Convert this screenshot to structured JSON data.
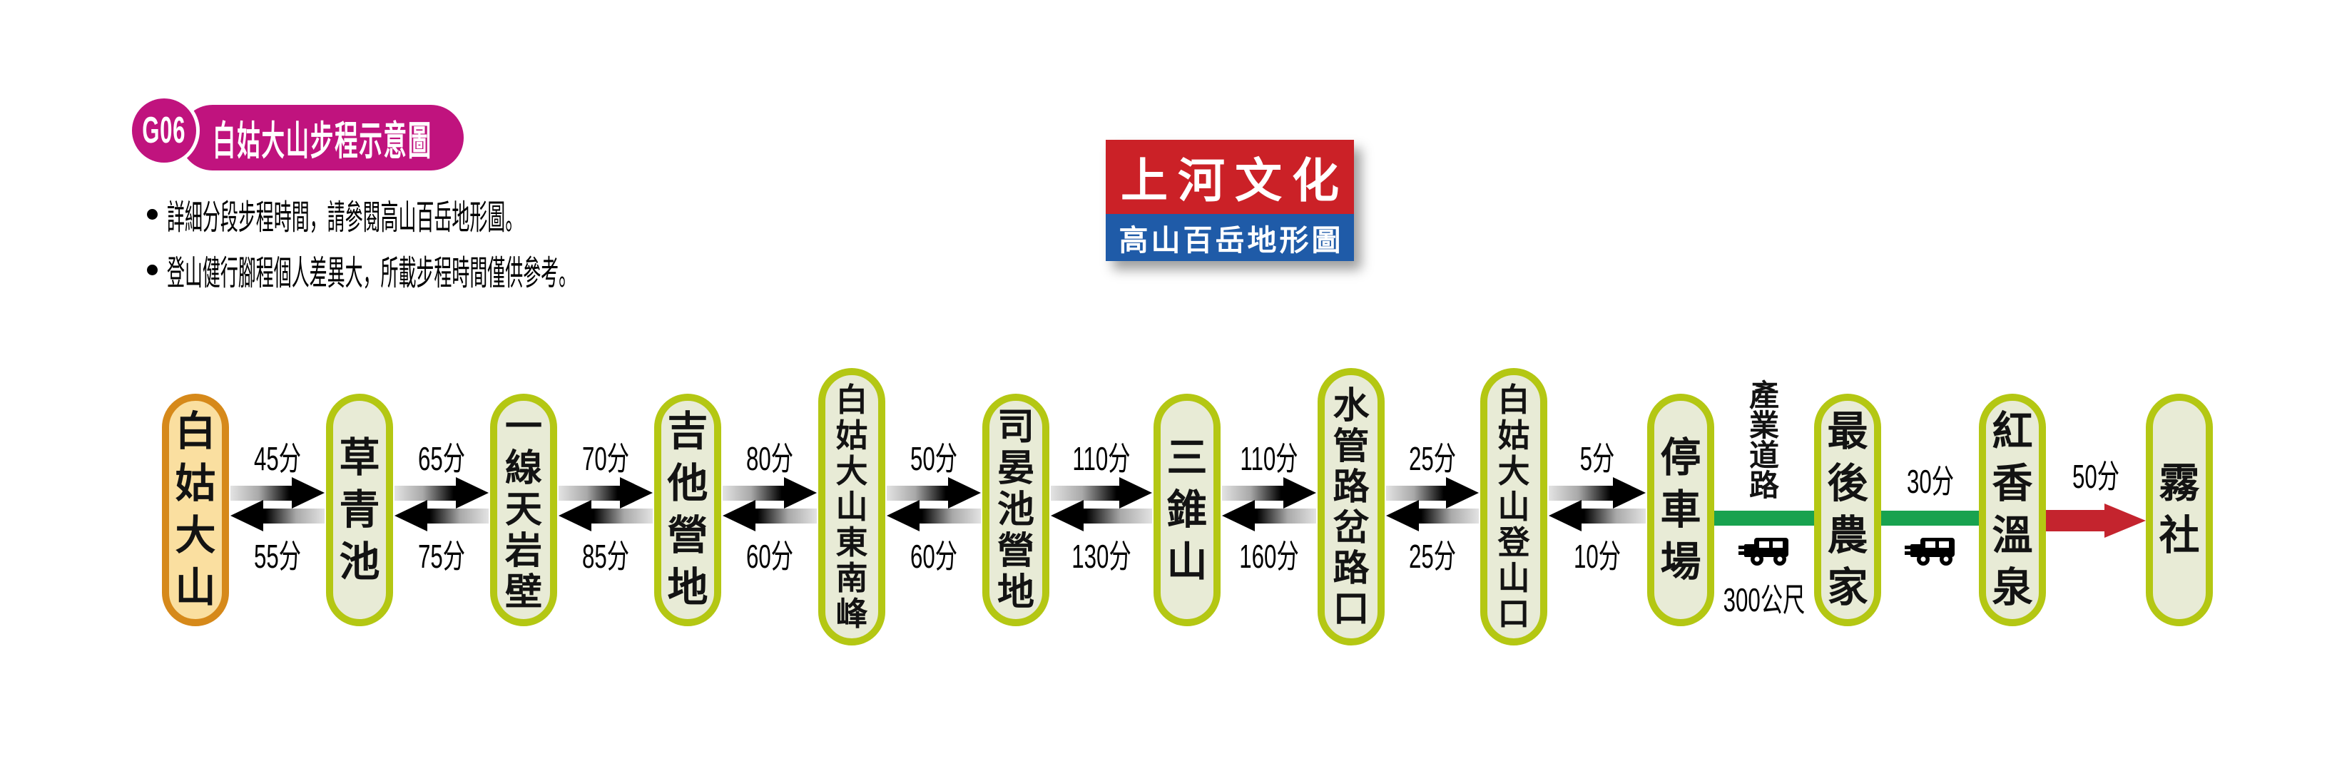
{
  "header": {
    "code": "G06",
    "title": "白姑大山步程示意圖",
    "notes": [
      "詳細分段步程時間，請參閱高山百岳地形圖。",
      "登山健行腳程個人差異大，所載步程時間僅供參考。"
    ]
  },
  "logo": {
    "publisher": "上河文化",
    "series": "高山百岳地形圖"
  },
  "colors": {
    "magenta": "#c0137e",
    "logo_red": "#cb2127",
    "logo_blue": "#1f5ba8",
    "node_border": "#b4c713",
    "node_fill": "#e8ebd6",
    "summit_border": "#d6891a",
    "summit_fill": "#fadfa0",
    "road_green": "#18a24f",
    "drive_red": "#c4242e"
  },
  "route": {
    "stations": [
      {
        "name": "白姑大山",
        "size": "standard",
        "type": "summit"
      },
      {
        "name": "草青池",
        "size": "standard"
      },
      {
        "name": "一線天岩壁",
        "size": "standard"
      },
      {
        "name": "吉他營地",
        "size": "standard"
      },
      {
        "name": "白姑大山東南峰",
        "size": "tall"
      },
      {
        "name": "司晏池營地",
        "size": "standard"
      },
      {
        "name": "三錐山",
        "size": "standard"
      },
      {
        "name": "水管路岔路口",
        "size": "tall"
      },
      {
        "name": "白姑大山登山口",
        "size": "tall"
      },
      {
        "name": "停車場",
        "size": "standard"
      },
      {
        "name": "最後農家",
        "size": "standard"
      },
      {
        "name": "紅香溫泉",
        "size": "standard"
      },
      {
        "name": "霧社",
        "size": "standard"
      }
    ],
    "segments": [
      {
        "kind": "trail",
        "time_forward": "45分",
        "time_backward": "55分"
      },
      {
        "kind": "trail",
        "time_forward": "65分",
        "time_backward": "75分"
      },
      {
        "kind": "trail",
        "time_forward": "70分",
        "time_backward": "85分"
      },
      {
        "kind": "trail",
        "time_forward": "80分",
        "time_backward": "60分"
      },
      {
        "kind": "trail",
        "time_forward": "50分",
        "time_backward": "60分"
      },
      {
        "kind": "trail",
        "time_forward": "110分",
        "time_backward": "130分"
      },
      {
        "kind": "trail",
        "time_forward": "110分",
        "time_backward": "160分"
      },
      {
        "kind": "trail",
        "time_forward": "25分",
        "time_backward": "25分"
      },
      {
        "kind": "trail",
        "time_forward": "5分",
        "time_backward": "10分"
      },
      {
        "kind": "road",
        "label_top": "產業道路",
        "label_top_vertical": true,
        "label_bottom": "300公尺",
        "icon": "jeep-icon"
      },
      {
        "kind": "road",
        "label_top": "30分",
        "icon": "jeep-icon"
      },
      {
        "kind": "drive-arrow",
        "label_top": "50分"
      }
    ]
  }
}
